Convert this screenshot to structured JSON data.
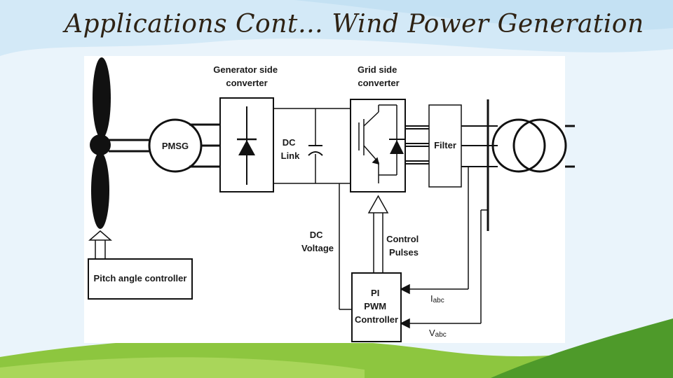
{
  "slide": {
    "title": "Applications Cont… Wind Power Generation"
  },
  "diagram": {
    "generator_side_converter": [
      "Generator side",
      "converter"
    ],
    "grid_side_converter": [
      "Grid side",
      "converter"
    ],
    "pmsg": "PMSG",
    "dc_link": [
      "DC",
      "Link"
    ],
    "filter": "Filter",
    "pitch_controller": "Pitch angle controller",
    "dc_voltage": [
      "DC",
      "Voltage"
    ],
    "control_pulses": [
      "Control",
      "Pulses"
    ],
    "pwm_controller": [
      "PI",
      "PWM",
      "Controller"
    ],
    "iabc": {
      "main": "I",
      "sub": "abc"
    },
    "vabc": {
      "main": "V",
      "sub": "abc"
    }
  },
  "colors": {
    "title": "#2e2214",
    "grass": "#8dc63f",
    "grass_dark": "#4e9a2a",
    "sky": "#d6ebf8"
  }
}
